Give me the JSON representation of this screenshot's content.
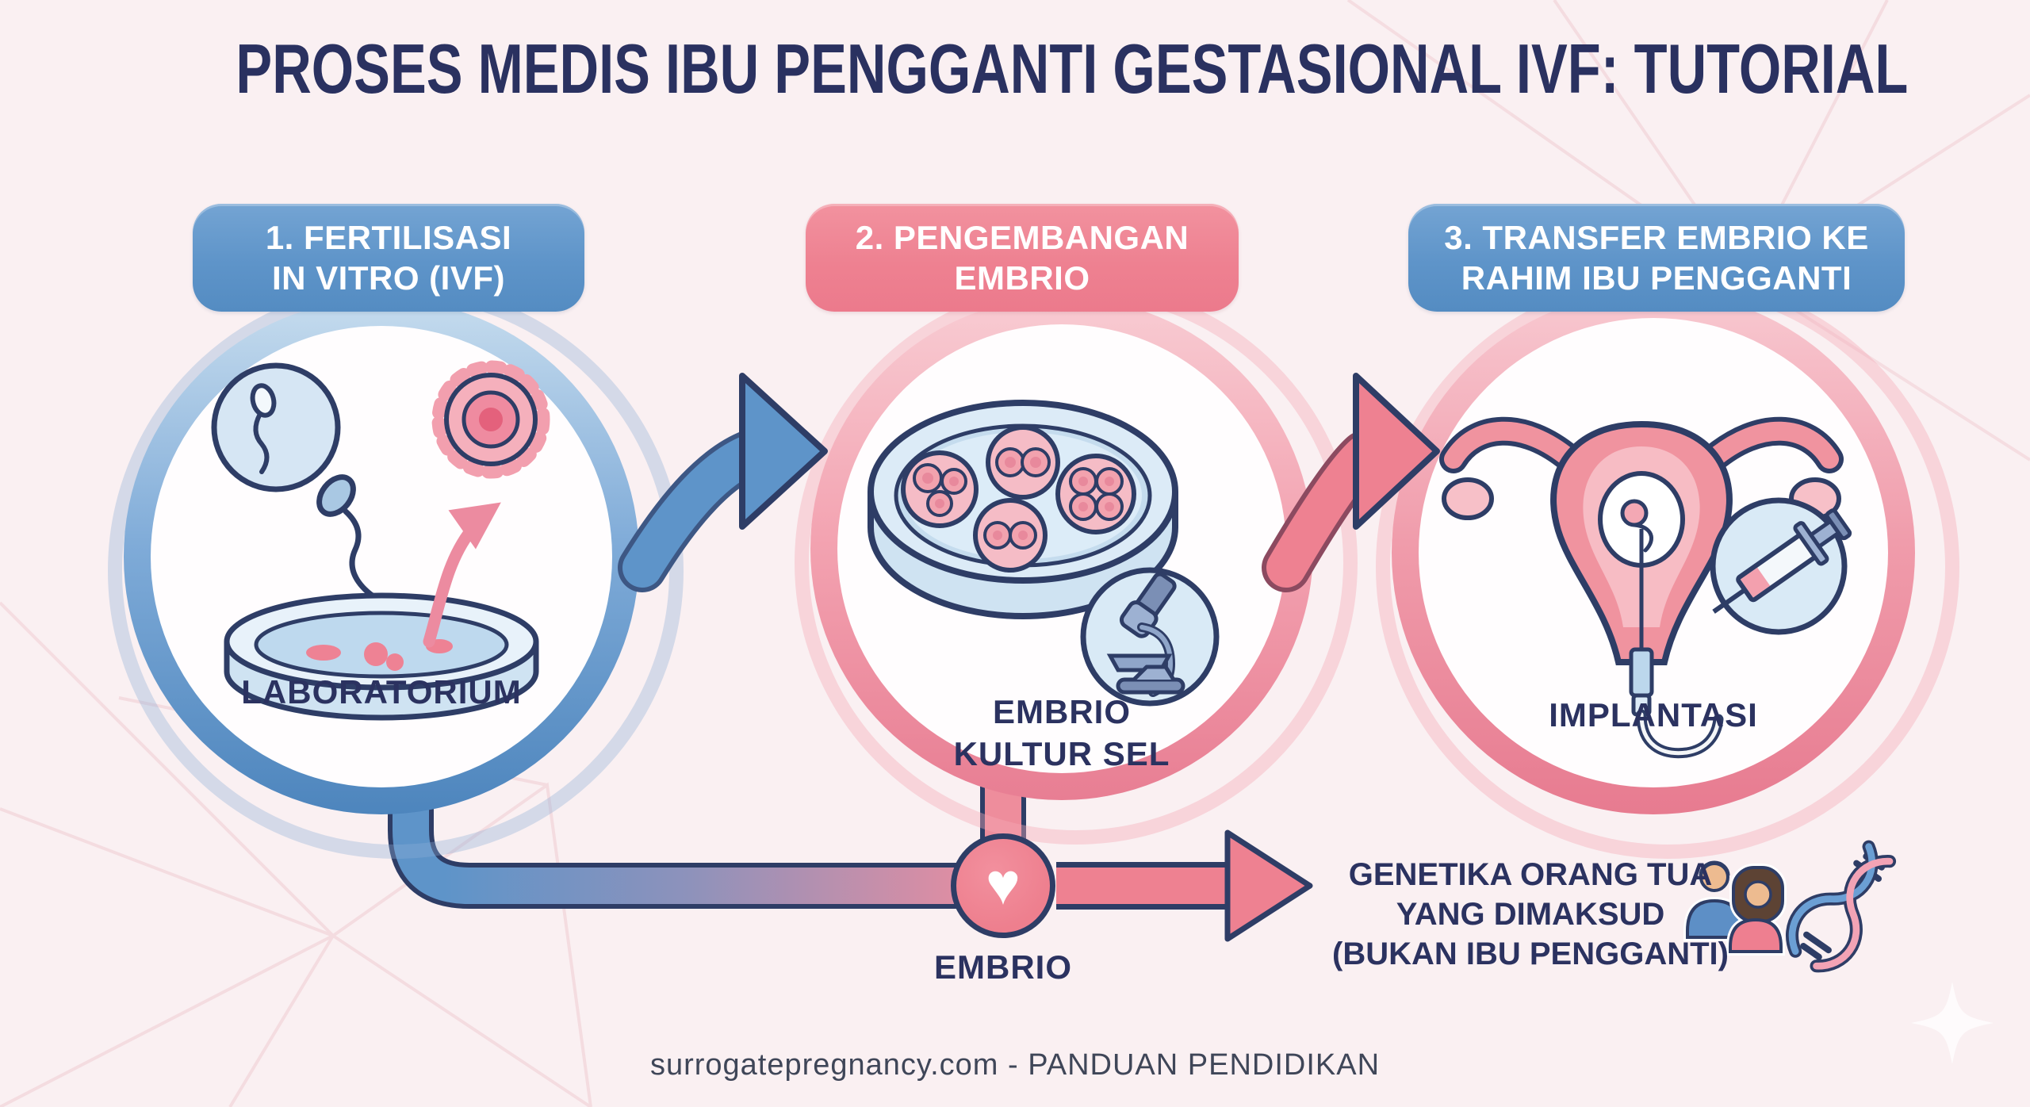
{
  "title": "PROSES MEDIS IBU PENGGANTI GESTASIONAL IVF: TUTORIAL",
  "steps": [
    {
      "number": "1",
      "label_lines": [
        "1. FERTILISASI",
        "IN VITRO (IVF)"
      ],
      "caption_lines": [
        "LABORATORIUM"
      ],
      "badge_color": "#5e94c9",
      "ring_color": "#5e94c9",
      "icons": [
        "sperm-icon",
        "egg-cell-icon",
        "petri-dish-icon",
        "fertilization-arrow-icon"
      ]
    },
    {
      "number": "2",
      "label_lines": [
        "2. PENGEMBANGAN",
        "EMBRIO"
      ],
      "caption_lines": [
        "EMBRIO",
        "KULTUR SEL"
      ],
      "badge_color": "#ee8191",
      "ring_color": "#ef8b9b",
      "icons": [
        "embryo-culture-dish-icon",
        "microscope-icon"
      ]
    },
    {
      "number": "3",
      "label_lines": [
        "3. TRANSFER EMBRIO KE",
        "RAHIM IBU PENGGANTI"
      ],
      "caption_lines": [
        "IMPLANTASI"
      ],
      "badge_color": "#5e94c9",
      "ring_color": "#ef8b9b",
      "icons": [
        "uterus-icon",
        "embryo-transfer-catheter-icon",
        "syringe-icon"
      ]
    }
  ],
  "flow": {
    "embryo_node": {
      "label": "EMBRIO",
      "icon": "heart-icon",
      "color": "#ee7f8e"
    },
    "genetics_lines": [
      "GENETIKA ORANG TUA",
      "YANG DIMAKSUD",
      "(BUKAN IBU PENGGANTI)"
    ],
    "genetics_icons": [
      "intended-parents-icon",
      "dna-helix-icon"
    ]
  },
  "footer": {
    "text": "surrogatepregnancy.com - PANDUAN PENDIDIKAN"
  },
  "colors": {
    "background": "#faf0f2",
    "navy_text": "#2b3260",
    "outline_navy": "#2e3d66",
    "step_blue": "#5e94c9",
    "step_pink": "#ee8191",
    "light_blue_fill": "#d9eaf6",
    "dish_blue": "#cfe3f2",
    "embryo_pink": "#f3b6c0",
    "mesh_line": "#f3d9de"
  }
}
